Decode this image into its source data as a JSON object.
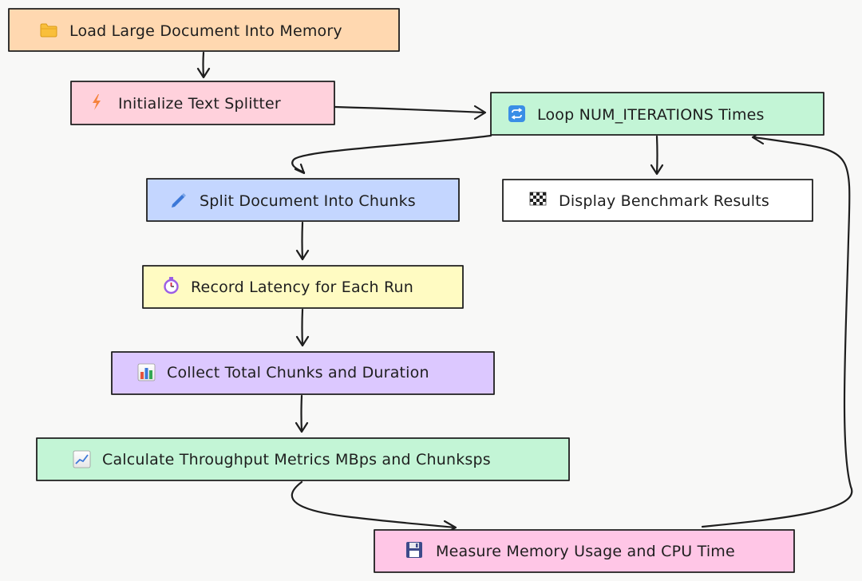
{
  "nodes": {
    "load": {
      "icon": "folder-icon",
      "label": "Load Large Document Into Memory",
      "fill": "#ffd8b0"
    },
    "init": {
      "icon": "lightning-icon",
      "label": "Initialize Text Splitter",
      "fill": "#ffd1dc"
    },
    "loop": {
      "icon": "repeat-icon",
      "label": "Loop NUM_ITERATIONS Times",
      "fill": "#c3f5d6"
    },
    "split": {
      "icon": "pencil-icon",
      "label": "Split Document Into Chunks",
      "fill": "#c4d6ff"
    },
    "display": {
      "icon": "checkered-flag-icon",
      "label": "Display Benchmark Results",
      "fill": "#ffffff"
    },
    "record": {
      "icon": "stopwatch-icon",
      "label": "Record Latency for Each Run",
      "fill": "#fffbc2"
    },
    "collect": {
      "icon": "bar-chart-icon",
      "label": "Collect Total Chunks and Duration",
      "fill": "#dcc8ff"
    },
    "calc": {
      "icon": "trend-chart-icon",
      "label": "Calculate Throughput Metrics MBps and Chunksps",
      "fill": "#c3f5d6"
    },
    "measure": {
      "icon": "floppy-disk-icon",
      "label": "Measure Memory Usage and CPU Time",
      "fill": "#ffc6e6"
    }
  }
}
